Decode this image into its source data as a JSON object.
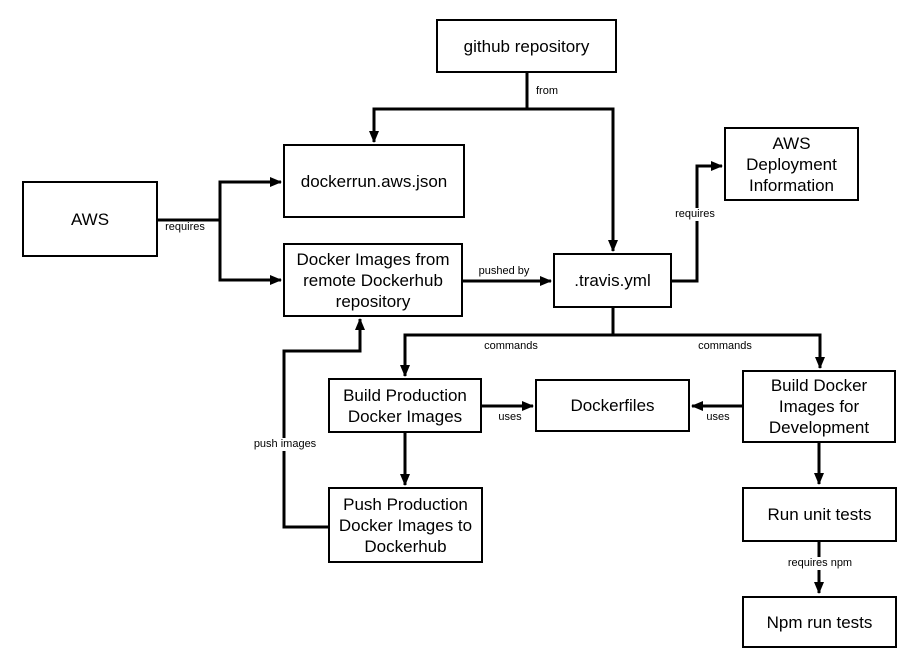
{
  "colors": {
    "background": "#ffffff",
    "line": "#000000",
    "node_fill": "#ffffff",
    "node_border": "#000000",
    "text": "#000000"
  },
  "nodes": {
    "github_repository": {
      "lines": [
        "github repository"
      ]
    },
    "aws": {
      "lines": [
        "AWS"
      ]
    },
    "dockerrun_aws_json": {
      "lines": [
        "dockerrun.aws.json"
      ]
    },
    "docker_images_remote": {
      "lines": [
        "Docker Images from",
        "remote Dockerhub",
        "repository"
      ]
    },
    "travis_yml": {
      "lines": [
        ".travis.yml"
      ]
    },
    "aws_deployment_info": {
      "lines": [
        "AWS",
        "Deployment",
        "Information"
      ]
    },
    "build_production": {
      "lines": [
        "Build Production",
        "Docker Images"
      ]
    },
    "dockerfiles": {
      "lines": [
        "Dockerfiles"
      ]
    },
    "build_docker_dev": {
      "lines": [
        "Build Docker",
        "Images for",
        "Development"
      ]
    },
    "push_production": {
      "lines": [
        "Push Production",
        "Docker Images to",
        "Dockerhub"
      ]
    },
    "run_unit_tests": {
      "lines": [
        "Run unit tests"
      ]
    },
    "npm_run_tests": {
      "lines": [
        "Npm run tests"
      ]
    }
  },
  "edge_labels": {
    "from": "from",
    "aws_requires": "requires",
    "pushed_by": "pushed by",
    "travis_requires": "requires",
    "commands_left": "commands",
    "commands_right": "commands",
    "uses_left": "uses",
    "uses_right": "uses",
    "push_images": "push images",
    "requires_npm": "requires npm"
  }
}
